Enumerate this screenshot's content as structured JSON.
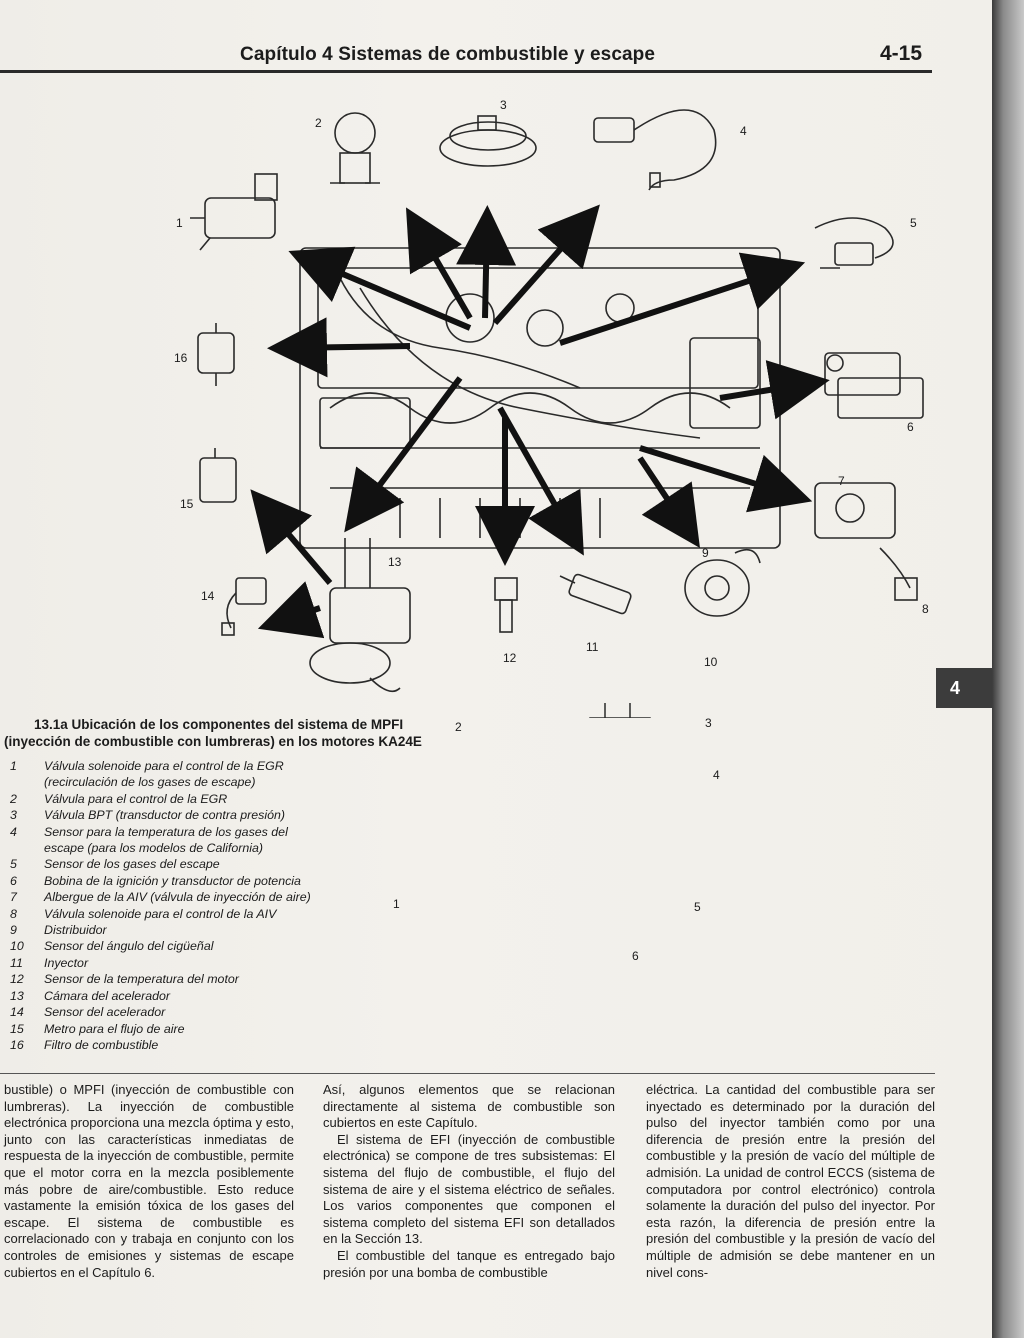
{
  "header": {
    "title": "Capítulo 4  Sistemas de combustible y escape",
    "page_number": "4-15"
  },
  "thumb_tab": "4",
  "figure_top": {
    "callouts": [
      "1",
      "2",
      "3",
      "4",
      "5",
      "6",
      "7",
      "8",
      "9",
      "10",
      "11",
      "12",
      "13",
      "14",
      "15",
      "16"
    ]
  },
  "figure_bottom": {
    "callouts": [
      "1",
      "2",
      "3",
      "4",
      "5",
      "6"
    ]
  },
  "caption": {
    "line1": "13.1a Ubicación de los componentes del sistema de MPFI",
    "line2": "(inyección de combustible con lumbreras) en los motores KA24E"
  },
  "legend": [
    {
      "num": "1",
      "text": "Válvula solenoide para el control de la EGR",
      "cont": "(recirculación de los gases de escape)"
    },
    {
      "num": "2",
      "text": "Válvula para el control de la EGR",
      "cont": ""
    },
    {
      "num": "3",
      "text": "Válvula BPT (transductor de contra presión)",
      "cont": ""
    },
    {
      "num": "4",
      "text": "Sensor para la temperatura de los gases del",
      "cont": "escape (para los modelos de California)"
    },
    {
      "num": "5",
      "text": "Sensor de los gases del escape",
      "cont": ""
    },
    {
      "num": "6",
      "text": "Bobina de la ignición y transductor de potencia",
      "cont": ""
    },
    {
      "num": "7",
      "text": "Albergue de la AIV (válvula de inyección de aire)",
      "cont": ""
    },
    {
      "num": "8",
      "text": "Válvula solenoide para el control de la AIV",
      "cont": ""
    },
    {
      "num": "9",
      "text": "Distribuidor",
      "cont": ""
    },
    {
      "num": "10",
      "text": "Sensor del ángulo del cigüeñal",
      "cont": ""
    },
    {
      "num": "11",
      "text": "Inyector",
      "cont": ""
    },
    {
      "num": "12",
      "text": "Sensor de la temperatura del motor",
      "cont": ""
    },
    {
      "num": "13",
      "text": "Cámara del acelerador",
      "cont": ""
    },
    {
      "num": "14",
      "text": "Sensor del acelerador",
      "cont": ""
    },
    {
      "num": "15",
      "text": "Metro para el flujo de aire",
      "cont": ""
    },
    {
      "num": "16",
      "text": "Filtro de combustible",
      "cont": ""
    }
  ],
  "body": {
    "col1": [
      "bustible) o MPFI (inyección de combustible con lumbreras). La inyección de combustible electrónica proporciona una mezcla óptima y esto, junto con las características inmediatas de respuesta de la inyección de combustible, permite que el motor corra en la mezcla posiblemente más pobre de aire/combustible. Esto reduce vastamente la emisión tóxica de los gases del escape. El sistema de combustible es correlacionado con y trabaja en conjunto con los controles de emisiones y sistemas de escape cubiertos en el Capítulo 6."
    ],
    "col2": [
      "Así, algunos elementos que se relacionan directamente al sistema de combustible son cubiertos en este Capítulo.",
      "El sistema de EFI (inyección de combustible electrónica) se compone de tres subsistemas: El sistema del flujo de combustible, el flujo del sistema de aire y el sistema eléctrico de señales. Los varios componentes que componen el sistema completo del sistema EFI son detallados en la Sección 13.",
      "El combustible del tanque es entregado bajo presión por una bomba de combustible"
    ],
    "col3": [
      "eléctrica. La cantidad del combustible para ser inyectado es determinado por la duración del pulso del inyector también como por una diferencia de presión entre la presión del combustible y la presión de vacío del múltiple de admisión. La unidad de control ECCS (sistema de computadora por control electrónico) controla solamente la duración del pulso del inyector. Por esta razón, la diferencia de presión entre la presión del combustible y la presión de vacío del múltiple de admisión se debe mantener en un nivel cons-"
    ]
  }
}
